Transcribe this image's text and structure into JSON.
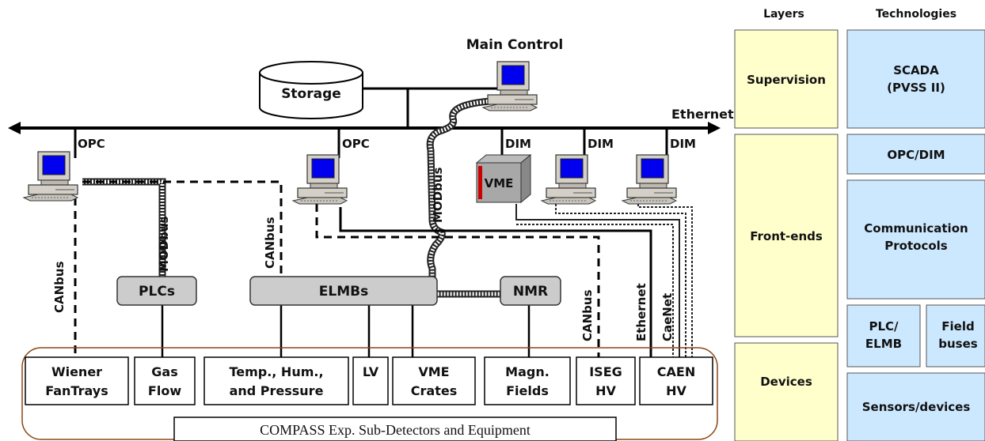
{
  "network": {
    "main_control": "Main Control",
    "storage": "Storage",
    "ethernet": "Ethernet",
    "opc_left": "OPC",
    "opc_mid": "OPC",
    "dim_1": "DIM",
    "dim_2": "DIM",
    "dim_3": "DIM",
    "vme": "VME"
  },
  "buses": {
    "canbus_left": "CANbus",
    "modbus_left": "MODbus",
    "canbus_mid": "CANbus",
    "modbus_mid": "MODbus",
    "canbus_right": "CANbus",
    "ethernet_vertical": "Ethernet",
    "caenet": "CaeNet"
  },
  "controllers": {
    "plcs": "PLCs",
    "elmbs": "ELMBs",
    "nmr": "NMR"
  },
  "devices": [
    {
      "line1": "Wiener",
      "line2": "FanTrays"
    },
    {
      "line1": "Gas",
      "line2": "Flow"
    },
    {
      "line1": "Temp., Hum.,",
      "line2": "and Pressure"
    },
    {
      "line1": "LV",
      "line2": ""
    },
    {
      "line1": "VME",
      "line2": "Crates"
    },
    {
      "line1": "Magn.",
      "line2": "Fields"
    },
    {
      "line1": "ISEG",
      "line2": "HV"
    },
    {
      "line1": "CAEN",
      "line2": "HV"
    }
  ],
  "compass_label": "COMPASS Exp. Sub-Detectors and Equipment",
  "legend": {
    "layers_header": "Layers",
    "technologies_header": "Technologies",
    "supervision": "Supervision",
    "frontends": "Front-ends",
    "devices": "Devices",
    "scada_1": "SCADA",
    "scada_2": "(PVSS II)",
    "opcdim": "OPC/DIM",
    "comm_1": "Communication",
    "comm_2": "Protocols",
    "plc_1": "PLC/",
    "plc_2": "ELMB",
    "field_1": "Field",
    "field_2": "buses",
    "sensors": "Sensors/devices"
  },
  "colors": {
    "layer_fill": "#ffffcc",
    "tech_fill": "#cce8ff",
    "controller_fill": "#cccccc",
    "screen": "#0000ee",
    "pc_body": "#d4d0c8"
  }
}
